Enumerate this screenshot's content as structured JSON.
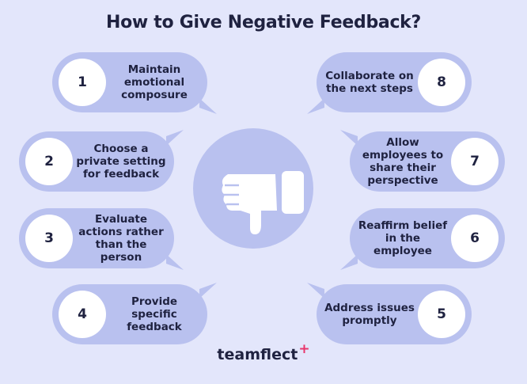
{
  "title": "How to Give Negative Feedback?",
  "steps": [
    {
      "number": "1",
      "text": "Maintain emotional composure"
    },
    {
      "number": "2",
      "text": "Choose a private setting for feedback"
    },
    {
      "number": "3",
      "text": "Evaluate actions rather than the person"
    },
    {
      "number": "4",
      "text": "Provide specific feedback"
    },
    {
      "number": "5",
      "text": "Address issues promptly"
    },
    {
      "number": "6",
      "text": "Reaffirm belief in the employee"
    },
    {
      "number": "7",
      "text": "Allow employees to share their perspective"
    },
    {
      "number": "8",
      "text": "Collaborate on the next steps"
    }
  ],
  "center_icon": "thumbs-down-icon",
  "logo": {
    "text": "teamflect",
    "mark": "+"
  },
  "colors": {
    "background": "#e3e6fb",
    "bubble": "#b9c1ef",
    "badge": "#ffffff",
    "text": "#1f2240",
    "accent": "#e8356b"
  }
}
